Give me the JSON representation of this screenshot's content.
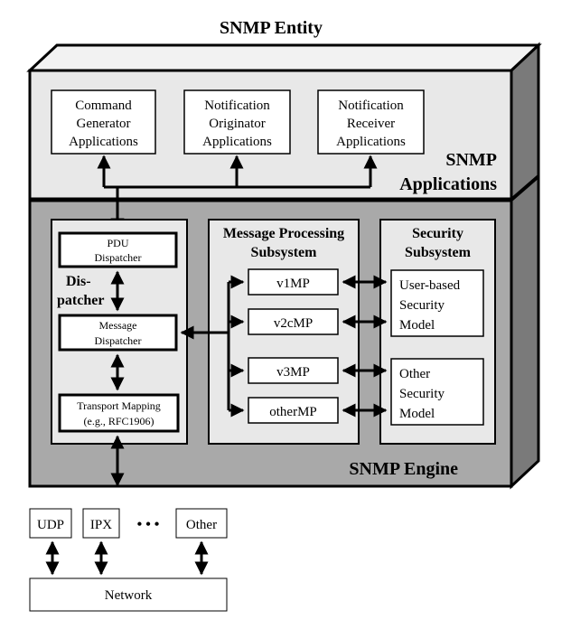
{
  "title": "SNMP Entity",
  "applications": {
    "label_line1": "SNMP",
    "label_line2": "Applications",
    "boxes": [
      {
        "lines": [
          "Command",
          "Generator",
          "Applications"
        ]
      },
      {
        "lines": [
          "Notification",
          "Originator",
          "Applications"
        ]
      },
      {
        "lines": [
          "Notification",
          "Receiver",
          "Applications"
        ]
      }
    ]
  },
  "engine": {
    "label": "SNMP Engine",
    "dispatcher": {
      "label_line1": "Dis-",
      "label_line2": "patcher",
      "pdu": [
        "PDU",
        "Dispatcher"
      ],
      "message": [
        "Message",
        "Dispatcher"
      ],
      "transport": [
        "Transport Mapping",
        "(e.g., RFC1906)"
      ]
    },
    "mps": {
      "title_line1": "Message Processing",
      "title_line2": "Subsystem",
      "models": [
        "v1MP",
        "v2cMP",
        "v3MP",
        "otherMP"
      ]
    },
    "security": {
      "title_line1": "Security",
      "title_line2": "Subsystem",
      "user_based": [
        "User-based",
        "Security",
        "Model"
      ],
      "other": [
        "Other",
        "Security",
        "Model"
      ]
    }
  },
  "network": {
    "transports": [
      "UDP",
      "IPX",
      "Other"
    ],
    "ellipsis": "• • •",
    "label": "Network"
  }
}
